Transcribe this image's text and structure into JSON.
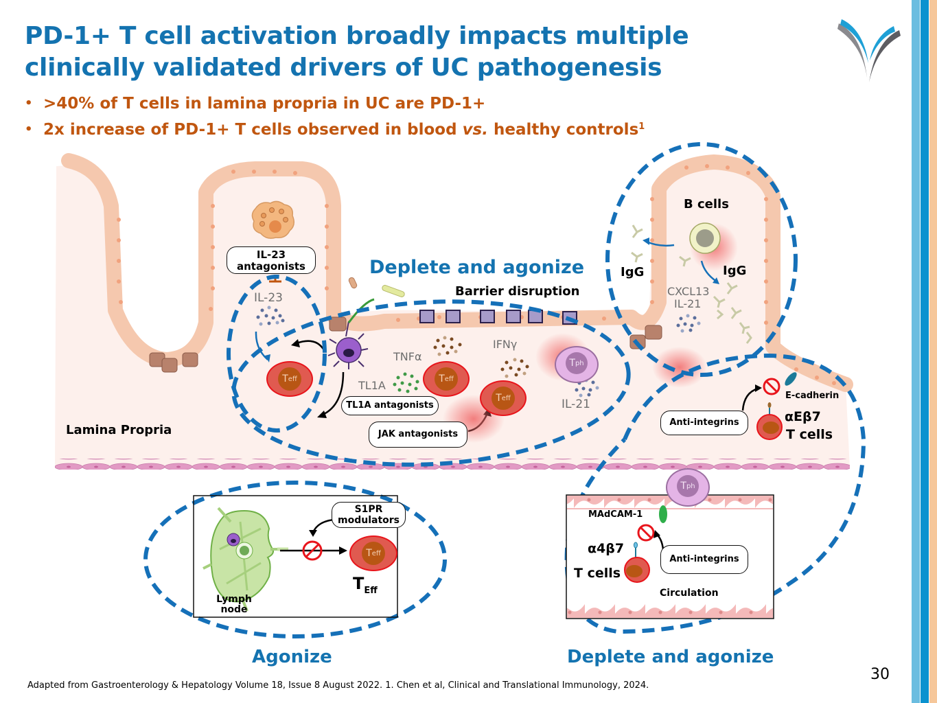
{
  "slide": {
    "title_line1": "PD-1+ T cell activation broadly impacts multiple",
    "title_line2": "clinically validated drivers of UC pathogenesis",
    "bullets": [
      {
        "text": ">40% of T cells in lamina propria in UC are PD-1+"
      },
      {
        "text_before": "2x increase of PD-1+ T cells observed in blood ",
        "text_italic": "vs.",
        "text_after": " healthy controls",
        "superscript": "1"
      }
    ],
    "page_number": "30",
    "footer": "Adapted from Gastroenterology & Hepatology Volume 18, Issue 8 August 2022. 1. Chen et al, Clinical and Translational Immunology, 2024.",
    "bullet_glyph": "•"
  },
  "colors": {
    "title": "#1473b0",
    "bullets": "#c0560f",
    "dashed_outline": "#1570b8",
    "stripe_light_blue": "#6bbde0",
    "stripe_blue": "#0a92cf",
    "stripe_peach": "#f6c79a",
    "teff_cell": "#e05a50",
    "tissue": "#fdf0ec",
    "epithelium": "#f9d3bd"
  },
  "logo": {
    "icon": "wing-v-logo-icon"
  },
  "diagram": {
    "lamina_propria_label": "Lamina Propria",
    "barrier_label": "Barrier disruption",
    "section_top": "Deplete and agonize",
    "section_bottom_left": "Agonize",
    "section_bottom_right": "Deplete and agonize",
    "il23": {
      "pill_line1": "IL-23",
      "pill_line2": "antagonists",
      "cytokine": "IL-23"
    },
    "cytokines": {
      "tnfa": "TNFα",
      "tl1a": "TL1A",
      "ifng": "IFNγ",
      "il21": "IL-21",
      "cxcl13": "CXCL13",
      "il21_b": "IL-21"
    },
    "pills": {
      "tl1a": "TL1A antagonists",
      "jak": "JAK antagonists",
      "anti_integrins_top": "Anti-integrins",
      "anti_integrins_bottom": "Anti-integrins",
      "s1pr_line1": "S1PR",
      "s1pr_line2": "modulators"
    },
    "cells": {
      "teff_main": "T",
      "teff_sub": "eff",
      "tph_main": "T",
      "tph_sub": "ph"
    },
    "b_cells_label": "B cells",
    "igg_left": "IgG",
    "igg_right": "IgG",
    "e_cadherin": "E-cadherin",
    "aeb7_line1": "αEβ7",
    "aeb7_line2": "T cells",
    "lymph_node_line1": "Lymph",
    "lymph_node_line2": "node",
    "teff_label_main": "T",
    "teff_label_sub": "Eff",
    "madcam": "MAdCAM-1",
    "a4b7": "α4β7",
    "t_cells": "T cells",
    "circulation": "Circulation"
  }
}
